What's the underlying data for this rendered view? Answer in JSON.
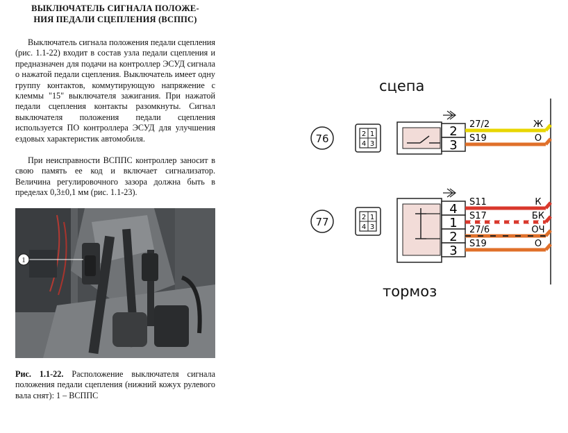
{
  "document": {
    "heading_line1": "ВЫКЛЮЧАТЕЛЬ СИГНАЛА ПОЛОЖЕ-",
    "heading_line2": "НИЯ ПЕДАЛИ СЦЕПЛЕНИЯ (ВСППС)",
    "paragraph1": "Выключатель сигнала положения педали сцепления (рис. 1.1-22) входит в состав узла педали сцепления и предназначен для подачи на контроллер ЭСУД сигнала о нажатой педали сцепления. Выключатель имеет одну группу контактов, коммутирующую напряжение с клеммы \"15\" выключателя зажигания. При нажатой педали сцепления контакты разомкнуты. Сигнал выключателя положения педали сцепления используется ПО контроллера ЭСУД для улучшения ездовых характеристик автомобиля.",
    "paragraph2": "При неисправности ВСППС контроллер заносит в свою память ее код и включает сигнализатор. Величина регулировочного зазора должна быть в пределах 0,3±0,1 мм (рис. 1.1-23).",
    "photo_callout": "1",
    "caption_bold": "Рис. 1.1-22.",
    "caption_text": " Расположение выключателя сигнала положения педали сцепления (нижний кожух рулевого вала снят): 1 – ВСППС"
  },
  "diagram": {
    "label_top": "сцепа",
    "label_bottom": "тормоз",
    "connector76": {
      "id": "76",
      "pins": [
        "2",
        "1",
        "4",
        "3"
      ],
      "wires": [
        {
          "pin": "2",
          "circuit": "27/2",
          "color_code": "Ж",
          "color": "#e8d600"
        },
        {
          "pin": "3",
          "circuit": "S19",
          "color_code": "О",
          "color": "#e0702a"
        }
      ]
    },
    "connector77": {
      "id": "77",
      "pins": [
        "2",
        "1",
        "4",
        "3"
      ],
      "wires": [
        {
          "pin": "4",
          "circuit": "S11",
          "color_code": "К",
          "color": "#d9382c"
        },
        {
          "pin": "1",
          "circuit": "S17",
          "color_code": "БК",
          "color": "#d9382c"
        },
        {
          "pin": "2",
          "circuit": "27/6",
          "color_code": "ОЧ",
          "color": "#e0702a"
        },
        {
          "pin": "3",
          "circuit": "S19",
          "color_code": "О",
          "color": "#e0702a"
        }
      ]
    }
  }
}
